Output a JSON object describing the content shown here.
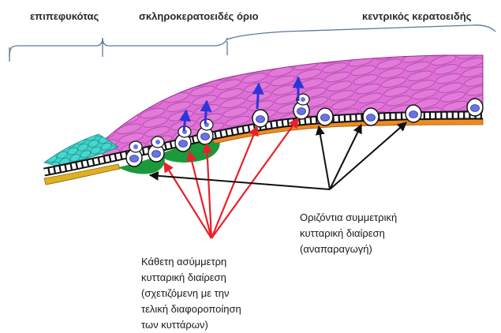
{
  "regions": {
    "conjunctiva": "επιπεφυκότας",
    "limbus": "σκληροκερατοειδές όριο",
    "cornea": "κεντρικός κερατοειδής"
  },
  "captions": {
    "horizontal": [
      "Οριζόντια συμμετρική",
      "κυτταρική διαίρεση",
      "(αναπαραγωγή)"
    ],
    "vertical": [
      "Κάθετη ασύμμετρη",
      "κυτταρική διαίρεση",
      "(σχετιζόμενη με την",
      "τελική διαφοροποίηση",
      "των κυττάρων)"
    ]
  },
  "colors": {
    "epithelium": "#e070d8",
    "epithelium_stroke": "#9a2e8f",
    "conjunctival_cells": "#3fd0c8",
    "basal_white": "#ffffff",
    "stroma_conjunctiva": "#e0b020",
    "stroma_cornea": "#f08a1e",
    "niche_green": "#1a9a3a",
    "nucleus": "#6a73e0",
    "vertical_arrows": "#e8202a",
    "horizontal_arrows": "#111111",
    "upward_arrows": "#2b35d8"
  }
}
